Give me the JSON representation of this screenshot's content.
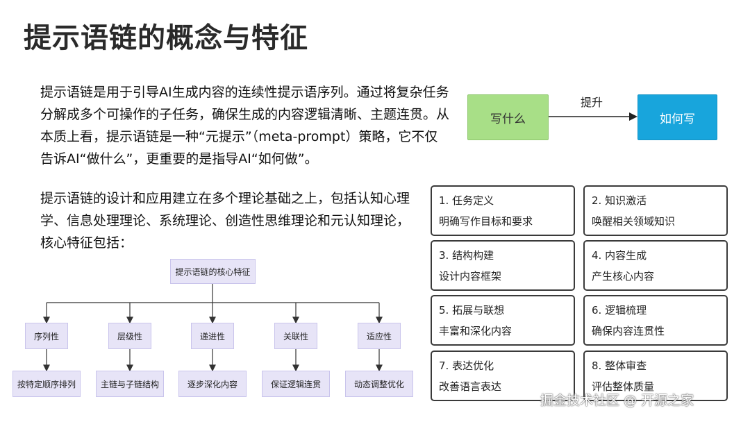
{
  "title": "提示语链的概念与特征",
  "intro": "提示语链是用于引导AI生成内容的连续性提示语序列。通过将复杂任务分解成多个可操作的子任务，确保生成的内容逻辑清晰、主题连贯。从本质上看，提示语链是一种“元提示”（meta-prompt）策略，它不仅告诉AI“做什么”，更重要的是指导AI“如何做”。",
  "theory": "提示语链的设计和应用建立在多个理论基础之上，包括认知心理学、信息处理理论、系统理论、创造性思维理论和元认知理论，核心特征包括：",
  "flow": {
    "from": "写什么",
    "to": "如何写",
    "label": "提升",
    "from_color": "#a8df87",
    "to_color": "#18a5dc"
  },
  "hierarchy": {
    "root": "提示语链的核心特征",
    "children": [
      {
        "label": "序列性",
        "detail": "按特定顺序排列"
      },
      {
        "label": "层级性",
        "detail": "主链与子链结构"
      },
      {
        "label": "递进性",
        "detail": "逐步深化内容"
      },
      {
        "label": "关联性",
        "detail": "保证逻辑连贯"
      },
      {
        "label": "适应性",
        "detail": "动态调整优化"
      }
    ]
  },
  "steps": [
    {
      "title": "1. 任务定义",
      "desc": "明确写作目标和要求"
    },
    {
      "title": "2. 知识激活",
      "desc": "唤醒相关领域知识"
    },
    {
      "title": "3. 结构构建",
      "desc": "设计内容框架"
    },
    {
      "title": "4. 内容生成",
      "desc": "产生核心内容"
    },
    {
      "title": "5. 拓展与联想",
      "desc": "丰富和深化内容"
    },
    {
      "title": "6. 逻辑梳理",
      "desc": "确保内容连贯性"
    },
    {
      "title": "7. 表达优化",
      "desc": "改善语言表达"
    },
    {
      "title": "8. 整体审查",
      "desc": "评估整体质量"
    }
  ],
  "watermark": "掘金技术社区 @ 开源之家"
}
